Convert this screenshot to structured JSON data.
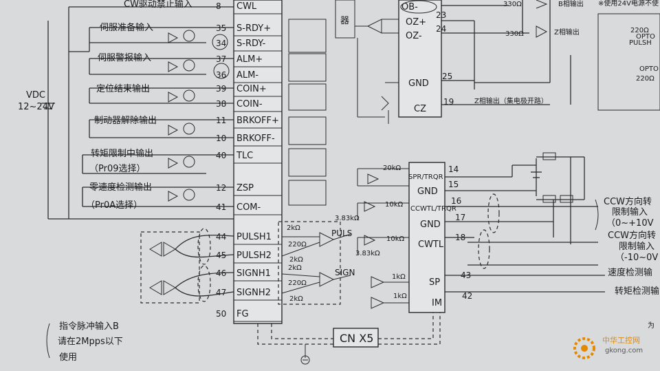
{
  "left_connector": {
    "pins": [
      {
        "no": "8",
        "label": "CWL"
      },
      {
        "no": "35",
        "label": "S-RDY+"
      },
      {
        "no": "34",
        "label": "S-RDY-"
      },
      {
        "no": "37",
        "label": "ALM+"
      },
      {
        "no": "36",
        "label": "ALM-"
      },
      {
        "no": "39",
        "label": "COIN+"
      },
      {
        "no": "38",
        "label": "COIN-"
      },
      {
        "no": "11",
        "label": "BRKOFF+"
      },
      {
        "no": "10",
        "label": "BRKOFF-"
      },
      {
        "no": "40",
        "label": "TLC"
      },
      {
        "no": "12",
        "label": "ZSP"
      },
      {
        "no": "41",
        "label": "COM-"
      },
      {
        "no": "44",
        "label": "PULSH1"
      },
      {
        "no": "45",
        "label": "PULSH2"
      },
      {
        "no": "46",
        "label": "SIGNH1"
      },
      {
        "no": "47",
        "label": "SIGNH2"
      },
      {
        "no": "50",
        "label": "FG"
      }
    ]
  },
  "left_signals": {
    "cw_drive": "CW驱动禁止输入",
    "servo_ready": "伺服准备输入",
    "servo_alarm": "伺服警报输入",
    "position_done": "定位结束输出",
    "brake_release": "制动器解除输出",
    "torque_limit": "转矩限制中输出",
    "torque_limit_param": "（Pr09选择）",
    "zero_speed": "零速度检测输出",
    "zero_speed_param": "（Pr0A选择）"
  },
  "supply": {
    "label": "VDC",
    "range": "12~24V"
  },
  "pulse_note": {
    "line1": "指令脉冲输入B",
    "line2": "请在2Mpps以下",
    "line3": "使用"
  },
  "pulse_circuit": {
    "r1": "2kΩ",
    "r2": "220Ω",
    "r3": "2kΩ",
    "r4": "2kΩ",
    "r5": "220Ω",
    "r6": "2kΩ",
    "puls": "PULS",
    "sign": "SIGN"
  },
  "connector_name": "CN X5",
  "top_middle": {
    "box_text": "器",
    "r_label": "330Ω"
  },
  "right_connector": {
    "pins": [
      {
        "no": "",
        "label": "OB-"
      },
      {
        "no": "23",
        "label": "OZ+"
      },
      {
        "no": "24",
        "label": "OZ-"
      },
      {
        "no": "25",
        "label": "GND"
      },
      {
        "no": "19",
        "label": "CZ"
      },
      {
        "no": "14",
        "label": "SPR/TRQR"
      },
      {
        "no": "15",
        "label": "GND"
      },
      {
        "no": "16",
        "label": "CCWTL/TRQR"
      },
      {
        "no": "17",
        "label": "GND"
      },
      {
        "no": "18",
        "label": "CWTL"
      },
      {
        "no": "43",
        "label": "SP"
      },
      {
        "no": "42",
        "label": "IM"
      }
    ]
  },
  "analog": {
    "r20k": "20kΩ",
    "r10k_a": "10kΩ",
    "r383_a": "3.83kΩ",
    "r10k_b": "10kΩ",
    "r383_b": "3.83kΩ",
    "r1k_a": "1kΩ",
    "r1k_b": "1kΩ"
  },
  "right_outputs": {
    "b_out": "B相输出",
    "r330_b": "330Ω",
    "z_out": "Z相输出",
    "r330_z": "330Ω",
    "z_open": "Z相输出（集电极开路）",
    "ccw_tl_1": "CCW方向转",
    "ccw_tl_2": "限制输入",
    "ccw_tl_3": "（0~+10V",
    "cw_tl_1": "CCW方向转",
    "cw_tl_2": "限制输入",
    "cw_tl_3": "（-10~0V",
    "speed_mon": "速度检测输",
    "torque_mon": "转矩检测输"
  },
  "far_right": {
    "note": "※使用24V电源不使",
    "opto1": "OPTO",
    "pulsh": "PULSH",
    "r220": "220Ω",
    "opto2": "OPTO",
    "r220b": "220Ω",
    "tail": "为"
  },
  "watermark": {
    "site": "中华工控网",
    "url": "gkong.com"
  }
}
